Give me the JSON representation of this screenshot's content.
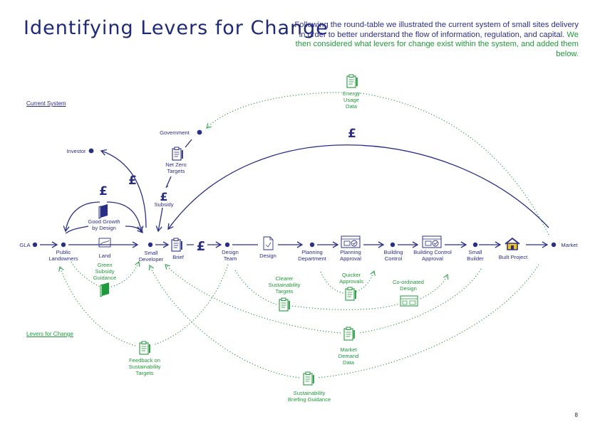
{
  "title": "Identifying  Levers for Change",
  "intro": {
    "blue": "Following the round-table we illustrated the current system of small sites delivery in order to better understand the flow of  information, regulation, and capital. ",
    "green": "We then considered what levers for change exist within the system, and added them below."
  },
  "sections": {
    "current": "Current System",
    "levers": "Levers for Change"
  },
  "currency_symbol": "£",
  "nodes": {
    "gla": "GLA",
    "public_landowners": [
      "Public",
      "Landowners"
    ],
    "land": "Land",
    "small_developer": [
      "Small",
      "Developer"
    ],
    "brief": "Brief",
    "design_team": [
      "Design",
      "Team"
    ],
    "design": "Design",
    "planning_department": [
      "Planning",
      "Department"
    ],
    "planning_approval": [
      "Planning",
      "Approval"
    ],
    "building_control": [
      "Building",
      "Control"
    ],
    "building_control_approval": [
      "Building Control",
      "Approval"
    ],
    "small_builder": [
      "Small",
      "Builder"
    ],
    "built_project": "Built Project",
    "market": "Market",
    "government": "Government",
    "investor": "Investor",
    "net_zero_targets": [
      "Net Zero",
      "Targets"
    ],
    "subsidy": "Subsidy",
    "good_growth": [
      "Good Growth",
      "by Design"
    ]
  },
  "levers": {
    "energy_usage_data": [
      "Energy",
      "Usage",
      "Data"
    ],
    "green_subsidy_guidance": [
      "Green",
      "Subsidy",
      "Guidance"
    ],
    "clearer_sustainability_targets": [
      "Clearer",
      "Sustainability",
      "Targets"
    ],
    "quicker_approvals": [
      "Quicker",
      "Approvals"
    ],
    "coordinated_design": [
      "Co-ordinated",
      "Design"
    ],
    "market_demand_data": [
      "Market",
      "Demand",
      "Data"
    ],
    "feedback_sustainability_targets": [
      "Feedback on",
      "Sustainability",
      "Targets"
    ],
    "sustainability_briefing_guidance": [
      "Sustainability",
      "Briefing Guidance"
    ]
  },
  "page_number": "8",
  "colors": {
    "navy": "#2a2f86",
    "green": "#1f9a3a",
    "title": "#1e2a78"
  },
  "icons": {
    "net_zero_targets": "clipboard-icon",
    "good_growth": "book-icon",
    "land": "map-icon",
    "brief": "clipboard-icon",
    "design": "document-icon",
    "planning_approval": "approval-drawing-icon",
    "building_control_approval": "approval-drawing-icon",
    "built_project": "house-icon",
    "levers": "clipboard-icon",
    "green_subsidy_guidance": "book-icon",
    "coordinated_design": "drawing-icon"
  }
}
